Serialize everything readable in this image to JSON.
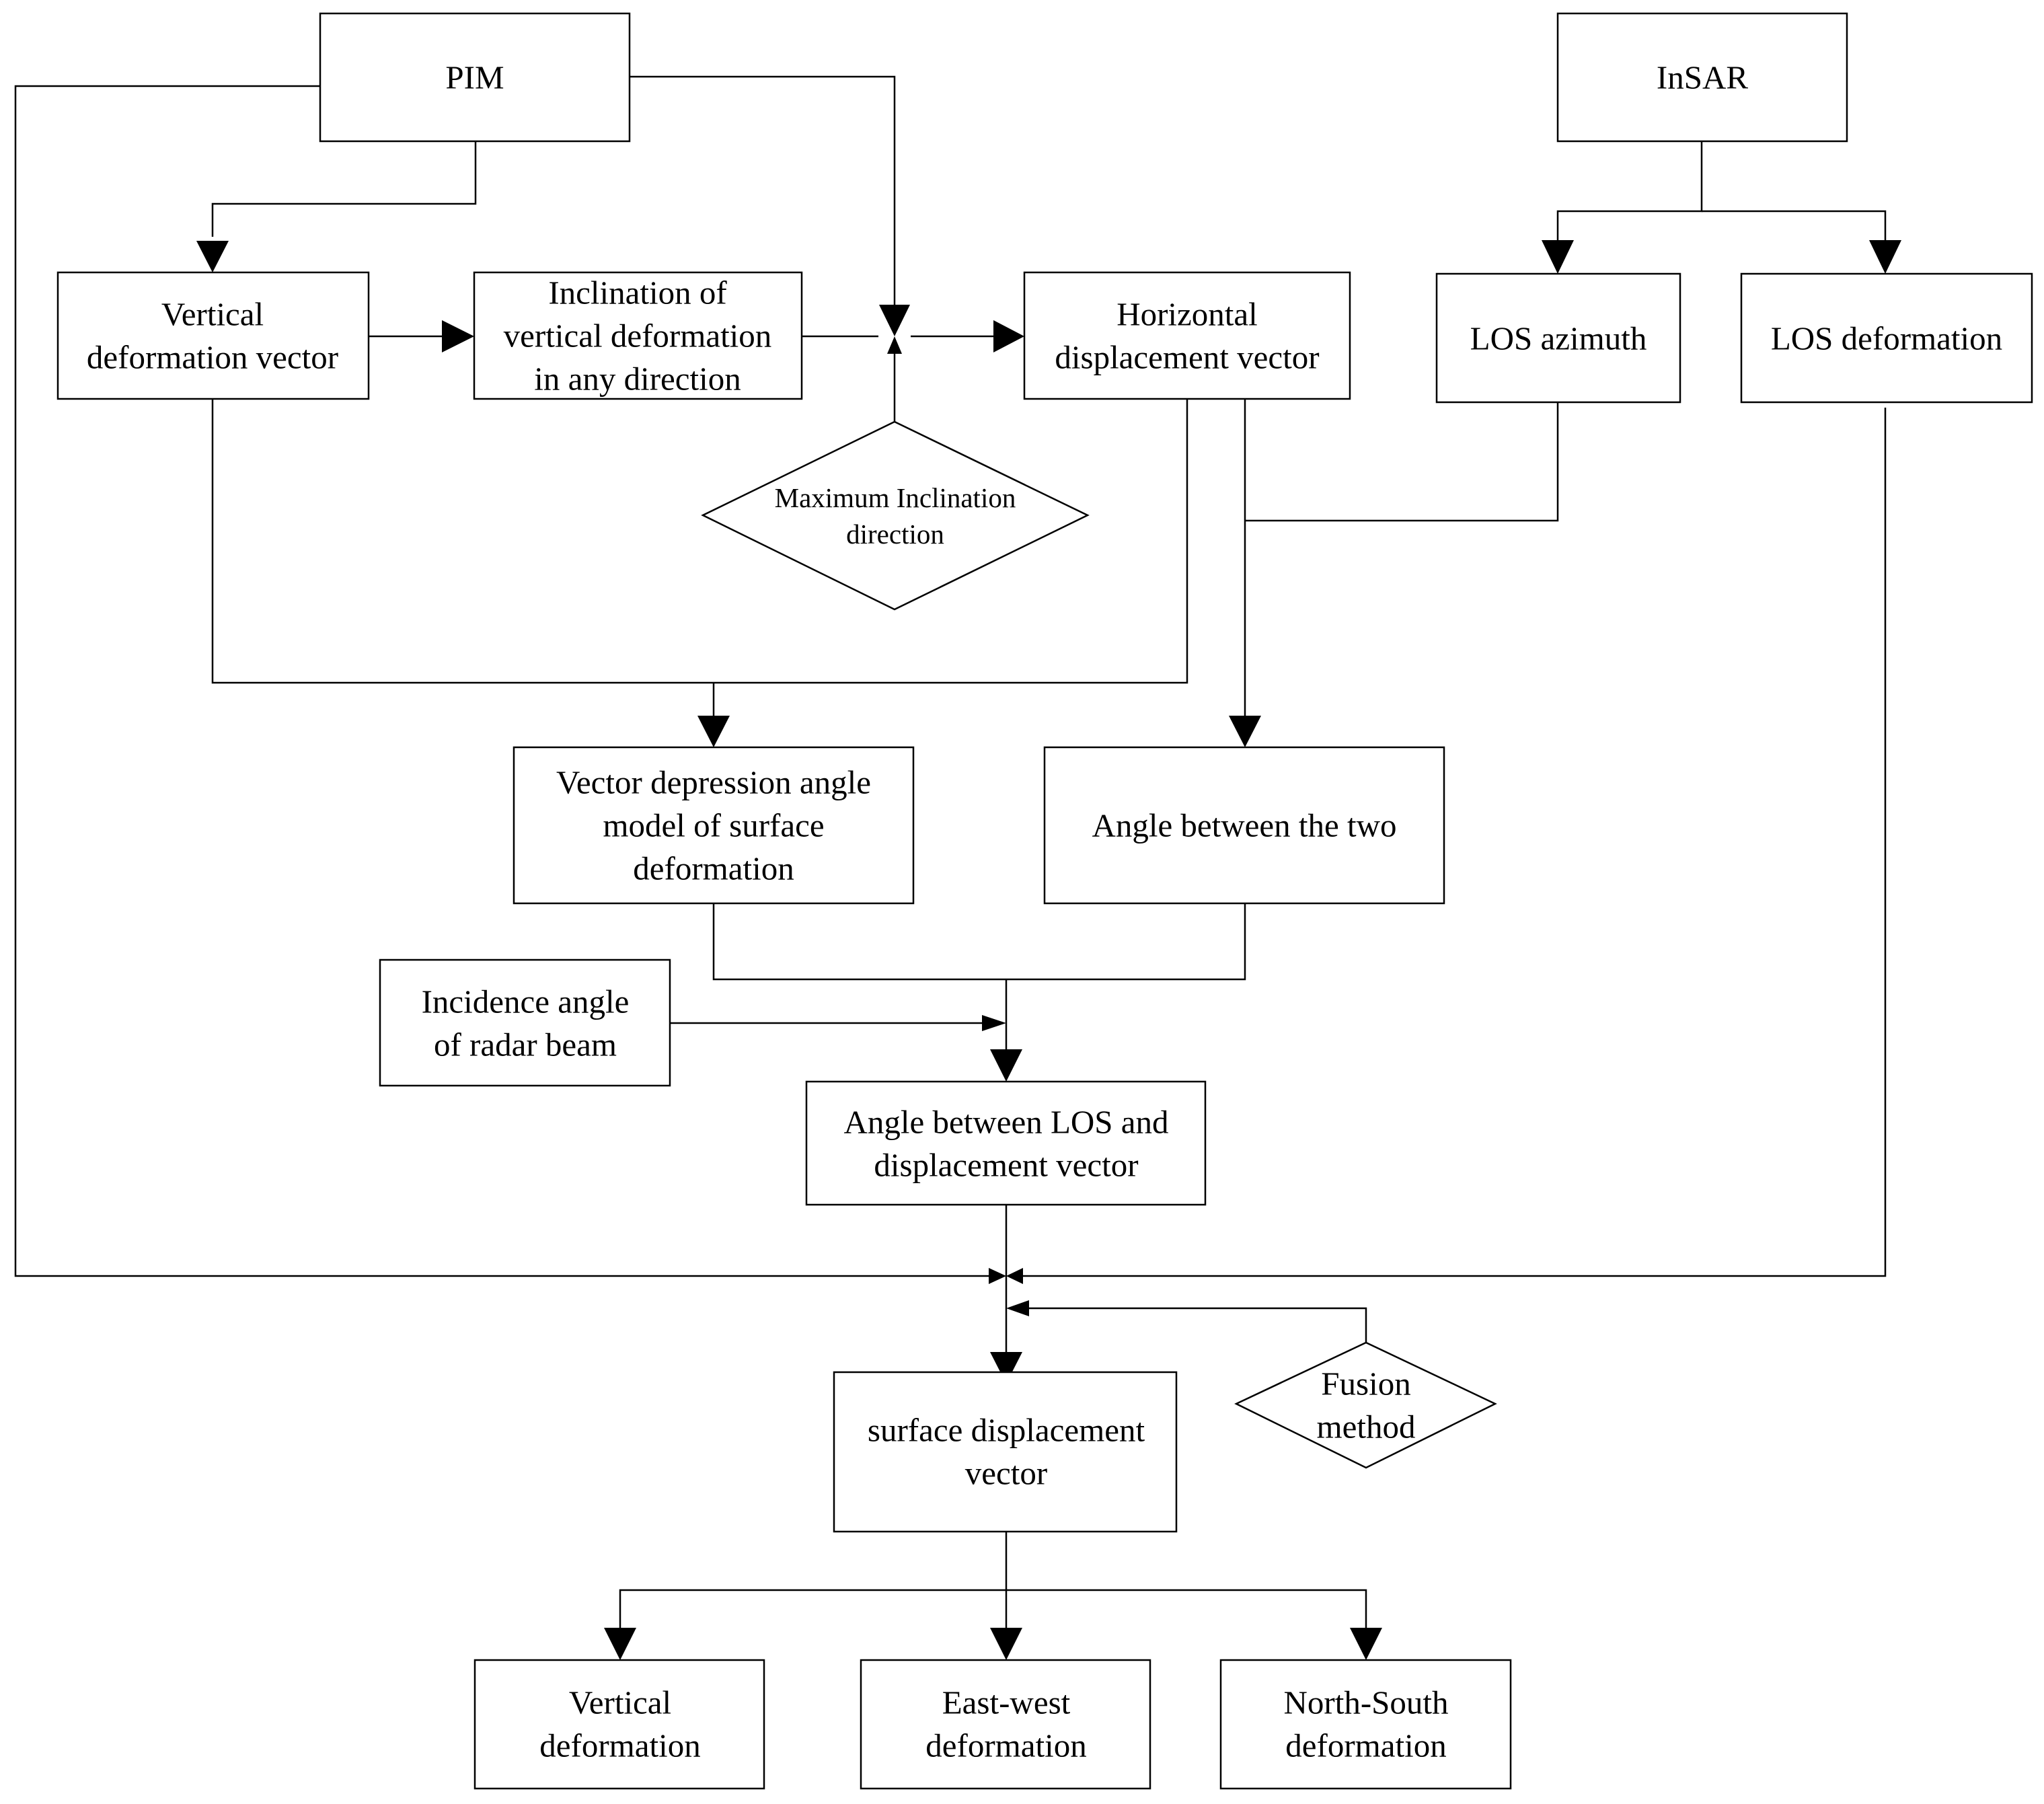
{
  "nodes": {
    "pim": [
      "PIM"
    ],
    "insar": [
      "InSAR"
    ],
    "vertical_vector": [
      "Vertical",
      "deformation vector"
    ],
    "inclination_any": [
      "Inclination of",
      "vertical deformation",
      "in any direction"
    ],
    "horizontal_vector": [
      "Horizontal",
      "displacement vector"
    ],
    "los_azimuth": [
      "LOS azimuth"
    ],
    "los_deformation": [
      "LOS deformation"
    ],
    "max_inclination": [
      "Maximum Inclination",
      "direction"
    ],
    "depression_model": [
      "Vector depression angle",
      "model of surface",
      "deformation"
    ],
    "angle_two": [
      "Angle between the two"
    ],
    "incidence_angle": [
      "Incidence angle",
      "of radar beam"
    ],
    "angle_los_disp": [
      "Angle between LOS and",
      "displacement vector"
    ],
    "fusion_method": [
      "Fusion",
      "method"
    ],
    "surface_vector": [
      "surface displacement",
      "vector"
    ],
    "out_vertical": [
      "Vertical",
      "deformation"
    ],
    "out_east_west": [
      "East-west",
      "deformation"
    ],
    "out_north_south": [
      "North-South",
      "deformation"
    ]
  }
}
